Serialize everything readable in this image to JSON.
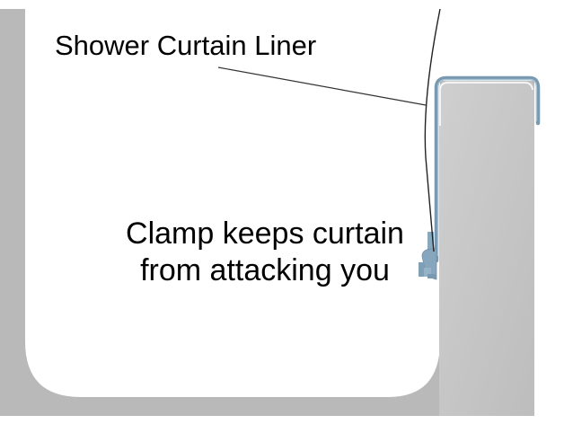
{
  "diagram": {
    "labels": {
      "curtain_liner": "Shower Curtain Liner",
      "clamp_line1": "Clamp keeps curtain",
      "clamp_line2": "from attacking you"
    },
    "colors": {
      "tub_gray": "#b9b9b9",
      "tub_interior": "#ffffff",
      "wall_gray": "#c8c8c8",
      "clamp_blue": "#7899b0",
      "clamp_highlight": "#a9c3d6",
      "line": "#222222"
    }
  }
}
